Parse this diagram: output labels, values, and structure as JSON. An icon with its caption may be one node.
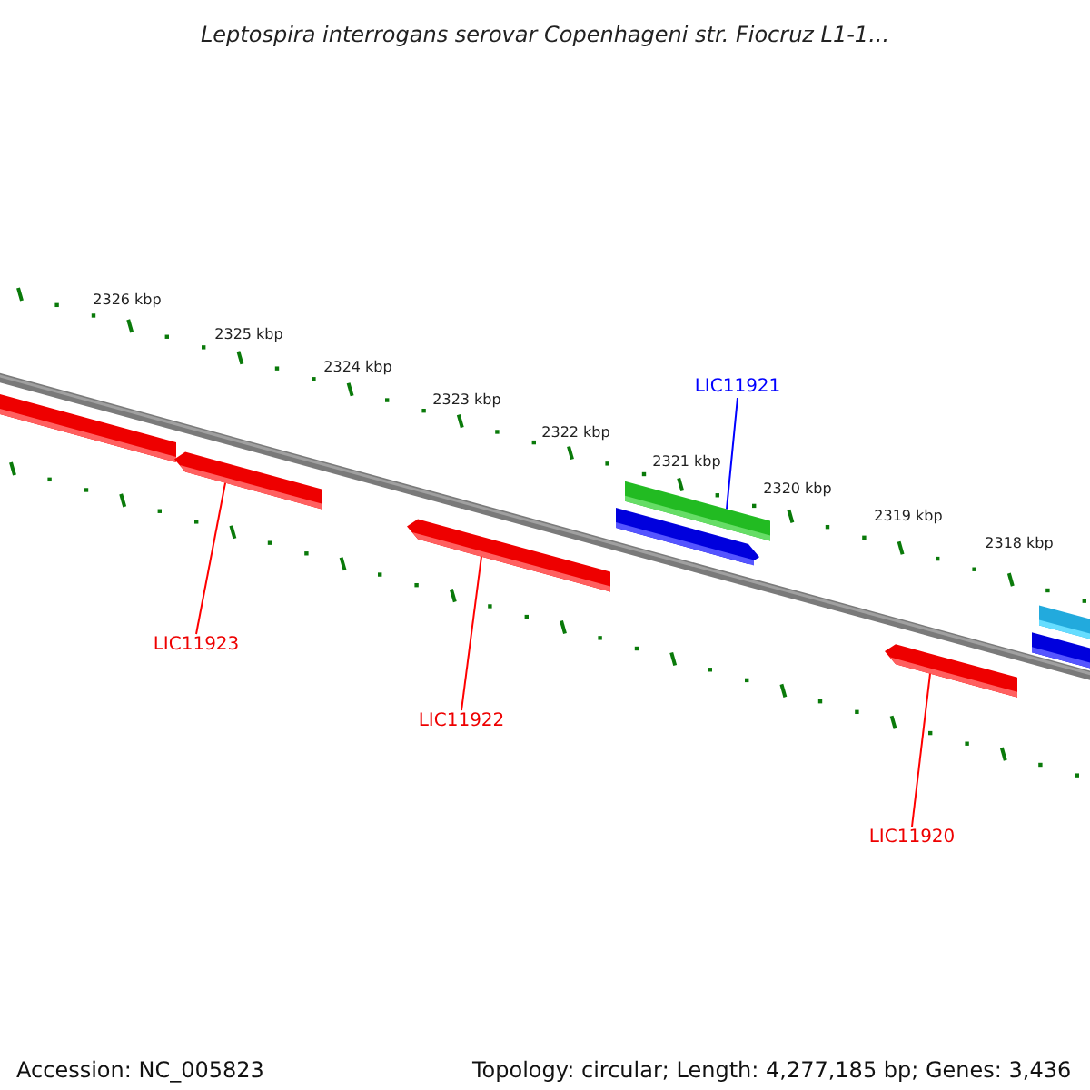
{
  "diagram": {
    "title": "Leptospira interrogans serovar Copenhageni str. Fiocruz L1-1...",
    "nodes": [
      {
        "text": [],
        "shape": "bar"
      },
      {
        "text": [],
        "shape": "bar"
      },
      {
        "text": [],
        "shape": "bar"
      },
      {
        "text": [],
        "shape": "bar"
      },
      {
        "text": [],
        "shape": "bar"
      },
      {
        "text": [],
        "shape": "bar"
      },
      {
        "text": [],
        "shape": "bar"
      },
      {
        "text": [],
        "shape": "bar"
      },
      {
        "text": [
          "LIC11921"
        ]
      },
      {
        "text": [
          "LIC11923"
        ]
      },
      {
        "text": [
          "LIC11922"
        ]
      },
      {
        "text": [
          "LIC11920"
        ]
      }
    ],
    "edges": [
      {
        "from": 9,
        "to": 1,
        "arrow": "none",
        "color": "#ff0000"
      },
      {
        "from": 10,
        "to": 2,
        "arrow": "none",
        "color": "#ff0000"
      },
      {
        "from": 8,
        "to": 3,
        "arrow": "none",
        "color": "#0000ff"
      },
      {
        "from": 11,
        "to": 5,
        "arrow": "none",
        "color": "#ff0000"
      }
    ],
    "labels": [
      "2326 kbp",
      "2325 kbp",
      "2324 kbp",
      "2323 kbp",
      "2322 kbp",
      "2321 kbp",
      "2320 kbp",
      "2319 kbp",
      "2318 kbp",
      "Accession: NC_005823",
      "Topology: circular; Length: 4,277,185 bp; Genes: 3,436"
    ]
  }
}
